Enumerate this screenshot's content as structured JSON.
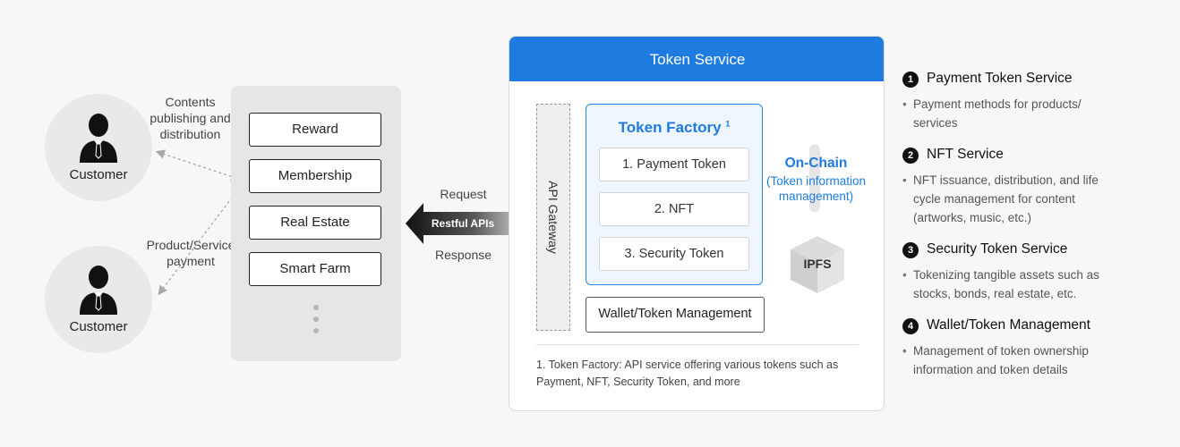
{
  "customers": [
    {
      "label": "Customer"
    },
    {
      "label": "Customer"
    }
  ],
  "flows": {
    "contents": [
      "Contents",
      "publishing and",
      "distribution"
    ],
    "payment": [
      "Product/Service",
      "payment"
    ]
  },
  "services": [
    "Reward",
    "Membership",
    "Real Estate",
    "Smart Farm"
  ],
  "api": {
    "request": "Request",
    "label": "Restful APIs",
    "response": "Response"
  },
  "token_service": {
    "title": "Token Service",
    "gateway": "API Gateway",
    "factory_title": "Token Factory",
    "factory_sup": "1",
    "factory_items": [
      "1. Payment Token",
      "2. NFT",
      "3. Security Token"
    ],
    "wallet": "Wallet/Token Management",
    "onchain_title": "On-Chain",
    "onchain_sub": [
      "(Token information",
      "management)"
    ],
    "ipfs": "IPFS",
    "footnote": [
      "1. Token Factory: API service offering various tokens such as",
      "Payment, NFT, Security Token, and more"
    ]
  },
  "legend": [
    {
      "num": "1",
      "title": "Payment Token Service",
      "desc": "Payment methods for products/ services"
    },
    {
      "num": "2",
      "title": "NFT Service",
      "desc": "NFT issuance, distribution, and life cycle management for content (artworks, music, etc.)"
    },
    {
      "num": "3",
      "title": "Security Token Service",
      "desc": "Tokenizing tangible assets such as stocks, bonds, real estate, etc."
    },
    {
      "num": "4",
      "title": "Wallet/Token Management",
      "desc": "Management of token ownership information and token details"
    }
  ],
  "colors": {
    "accent": "#1e7be0",
    "panel": "#e6e6e6",
    "text": "#222222"
  }
}
